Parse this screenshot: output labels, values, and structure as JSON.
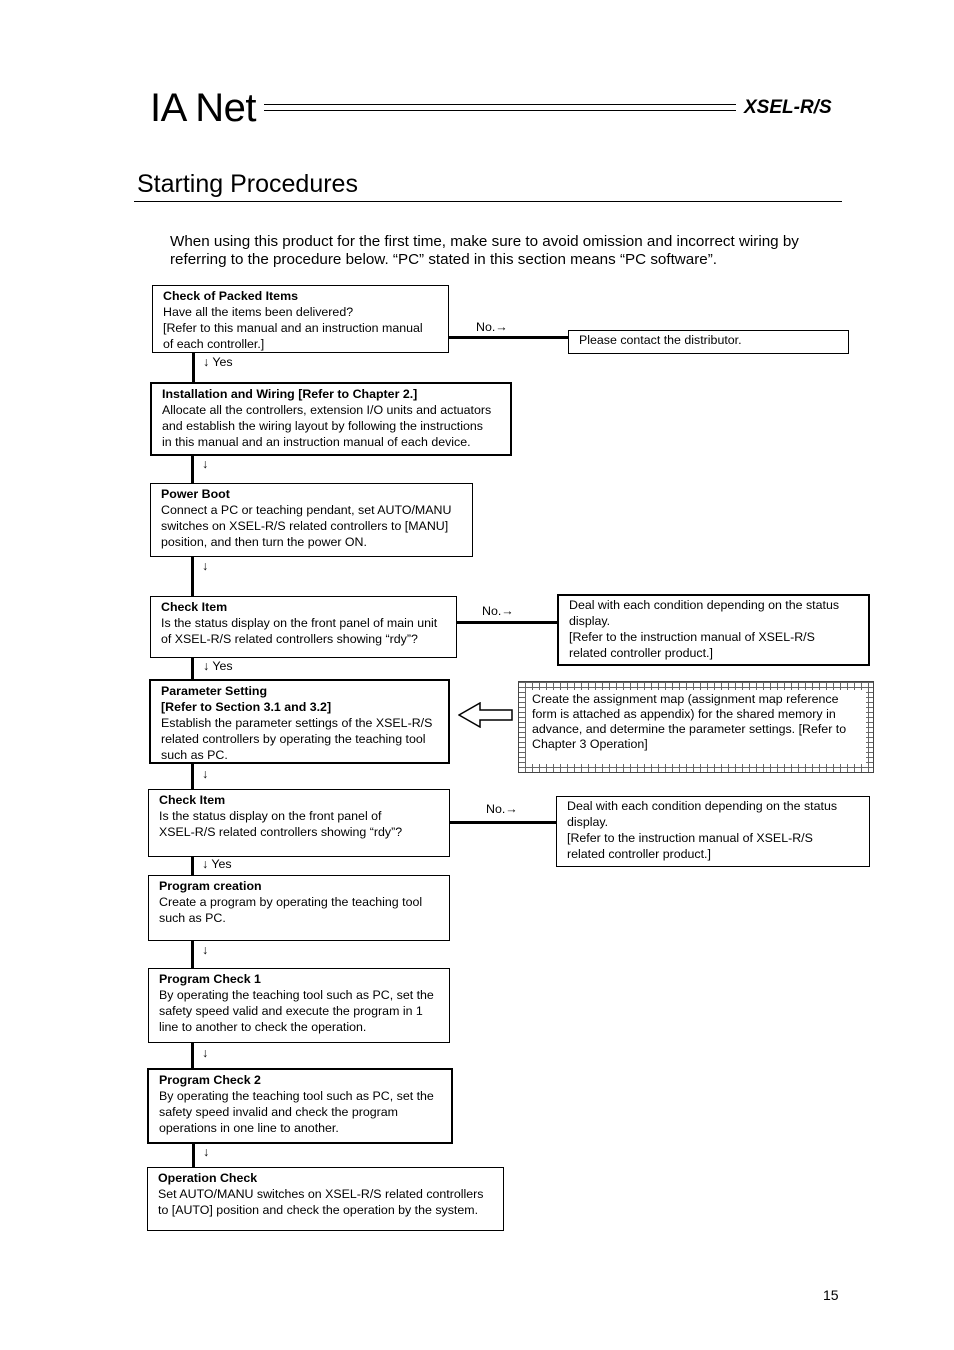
{
  "header": {
    "title": "IA Net",
    "product": "XSEL-R/S"
  },
  "section": {
    "title": "Starting Procedures",
    "intro": [
      "When using this product for the first time, make sure to avoid omission and incorrect wiring by",
      "referring to the procedure below. “PC” stated in this section means “PC software”."
    ]
  },
  "flow": {
    "steps": [
      {
        "title": "Check of Packed Items",
        "lines": [
          "Have all the items been delivered?",
          "[Refer to this manual and an instruction manual",
          "of each controller.]"
        ]
      },
      {
        "title": "Installation and Wiring [Refer to Chapter 2.]",
        "lines": [
          "Allocate all the controllers, extension I/O units and actuators",
          "and establish the wiring layout by following the instructions",
          "in this manual and an instruction manual of each device."
        ]
      },
      {
        "title": "Power Boot",
        "lines": [
          "Connect a PC or teaching pendant, set AUTO/MANU",
          "switches on XSEL-R/S related controllers to [MANU]",
          "position, and then turn the power ON."
        ]
      },
      {
        "title": "Check Item",
        "lines": [
          "Is the status display on the front panel of main unit",
          "of XSEL-R/S related controllers showing “rdy”?"
        ]
      },
      {
        "title": "Parameter Setting",
        "lines": [
          "[Refer to Section 3.1 and 3.2]",
          "Establish the parameter settings of the XSEL-R/S",
          "related controllers by operating the teaching tool",
          "such as PC."
        ]
      },
      {
        "title": "Check Item",
        "lines": [
          "Is the status display on the front panel of",
          "XSEL-R/S related controllers showing “rdy”?"
        ]
      },
      {
        "title": "Program creation",
        "lines": [
          "Create a program by operating the teaching tool",
          "such as PC."
        ]
      },
      {
        "title": "Program Check 1",
        "lines": [
          "By operating the teaching tool such as PC, set the",
          "safety speed valid and execute the program in 1",
          "line to another to check the operation."
        ]
      },
      {
        "title": "Program Check 2",
        "lines": [
          "By operating the teaching tool such as PC, set the",
          "safety speed invalid and check the program",
          "operations in one line to another."
        ]
      },
      {
        "title": "Operation Check",
        "lines": [
          "Set AUTO/MANU switches on XSEL-R/S related controllers",
          "to [AUTO] position and check the operation by the system."
        ]
      }
    ],
    "side_notes": [
      {
        "lines": [
          "Please contact the distributor."
        ]
      },
      {
        "lines": [
          "Deal with each condition depending on the status",
          "display.",
          "[Refer to the instruction manual of XSEL-R/S",
          "related controller product.]"
        ]
      },
      {
        "lines": [
          "Create the assignment map (assignment map reference",
          "form is attached as appendix) for the shared memory in",
          "advance, and determine the parameter settings.",
          "[Refer to Chapter 3 Operation]"
        ]
      },
      {
        "lines": [
          "Deal with each condition depending on the status",
          "display.",
          "[Refer to the instruction manual of XSEL-R/S",
          "related controller product.]"
        ]
      }
    ],
    "labels": {
      "no": "No.→",
      "yes": "↓ Yes",
      "down": "↓"
    }
  },
  "page_number": "15"
}
